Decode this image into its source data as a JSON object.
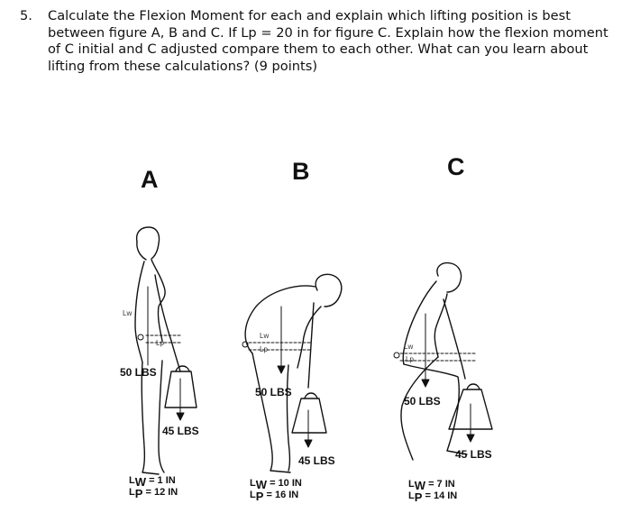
{
  "question": {
    "number": "5.",
    "text": "Calculate the Flexion Moment for each and explain which lifting position is best between figure A, B and C.   If Lp = 20 in for figure C.  Explain how the flexion moment of C initial and C adjusted compare them to each other.   What can you learn about lifting from these calculations?    (9 points)"
  },
  "figures": {
    "A": {
      "letter": "A",
      "body_weight": "50 LBS",
      "load": "45 LBS",
      "lw_label": "L",
      "lw_sub": "W",
      "lw_value": "= 1 IN",
      "lp_label": "L",
      "lp_sub": "P",
      "lp_value": "= 12 IN",
      "small_lw": "Lw",
      "small_lp": "Lp"
    },
    "B": {
      "letter": "B",
      "body_weight": "50 LBS",
      "load": "45 LBS",
      "lw_label": "L",
      "lw_sub": "W",
      "lw_value": "= 10 IN",
      "lp_label": "L",
      "lp_sub": "P",
      "lp_value": "= 16 IN",
      "small_lw": "Lw",
      "small_lp": "Lp"
    },
    "C": {
      "letter": "C",
      "body_weight": "50 LBS",
      "load": "45 LBS",
      "lw_label": "L",
      "lw_sub": "W",
      "lw_value": "= 7 IN",
      "lp_label": "L",
      "lp_sub": "P",
      "lp_value": "= 14 IN",
      "small_lw": "Lw",
      "small_lp": "Lp"
    }
  }
}
